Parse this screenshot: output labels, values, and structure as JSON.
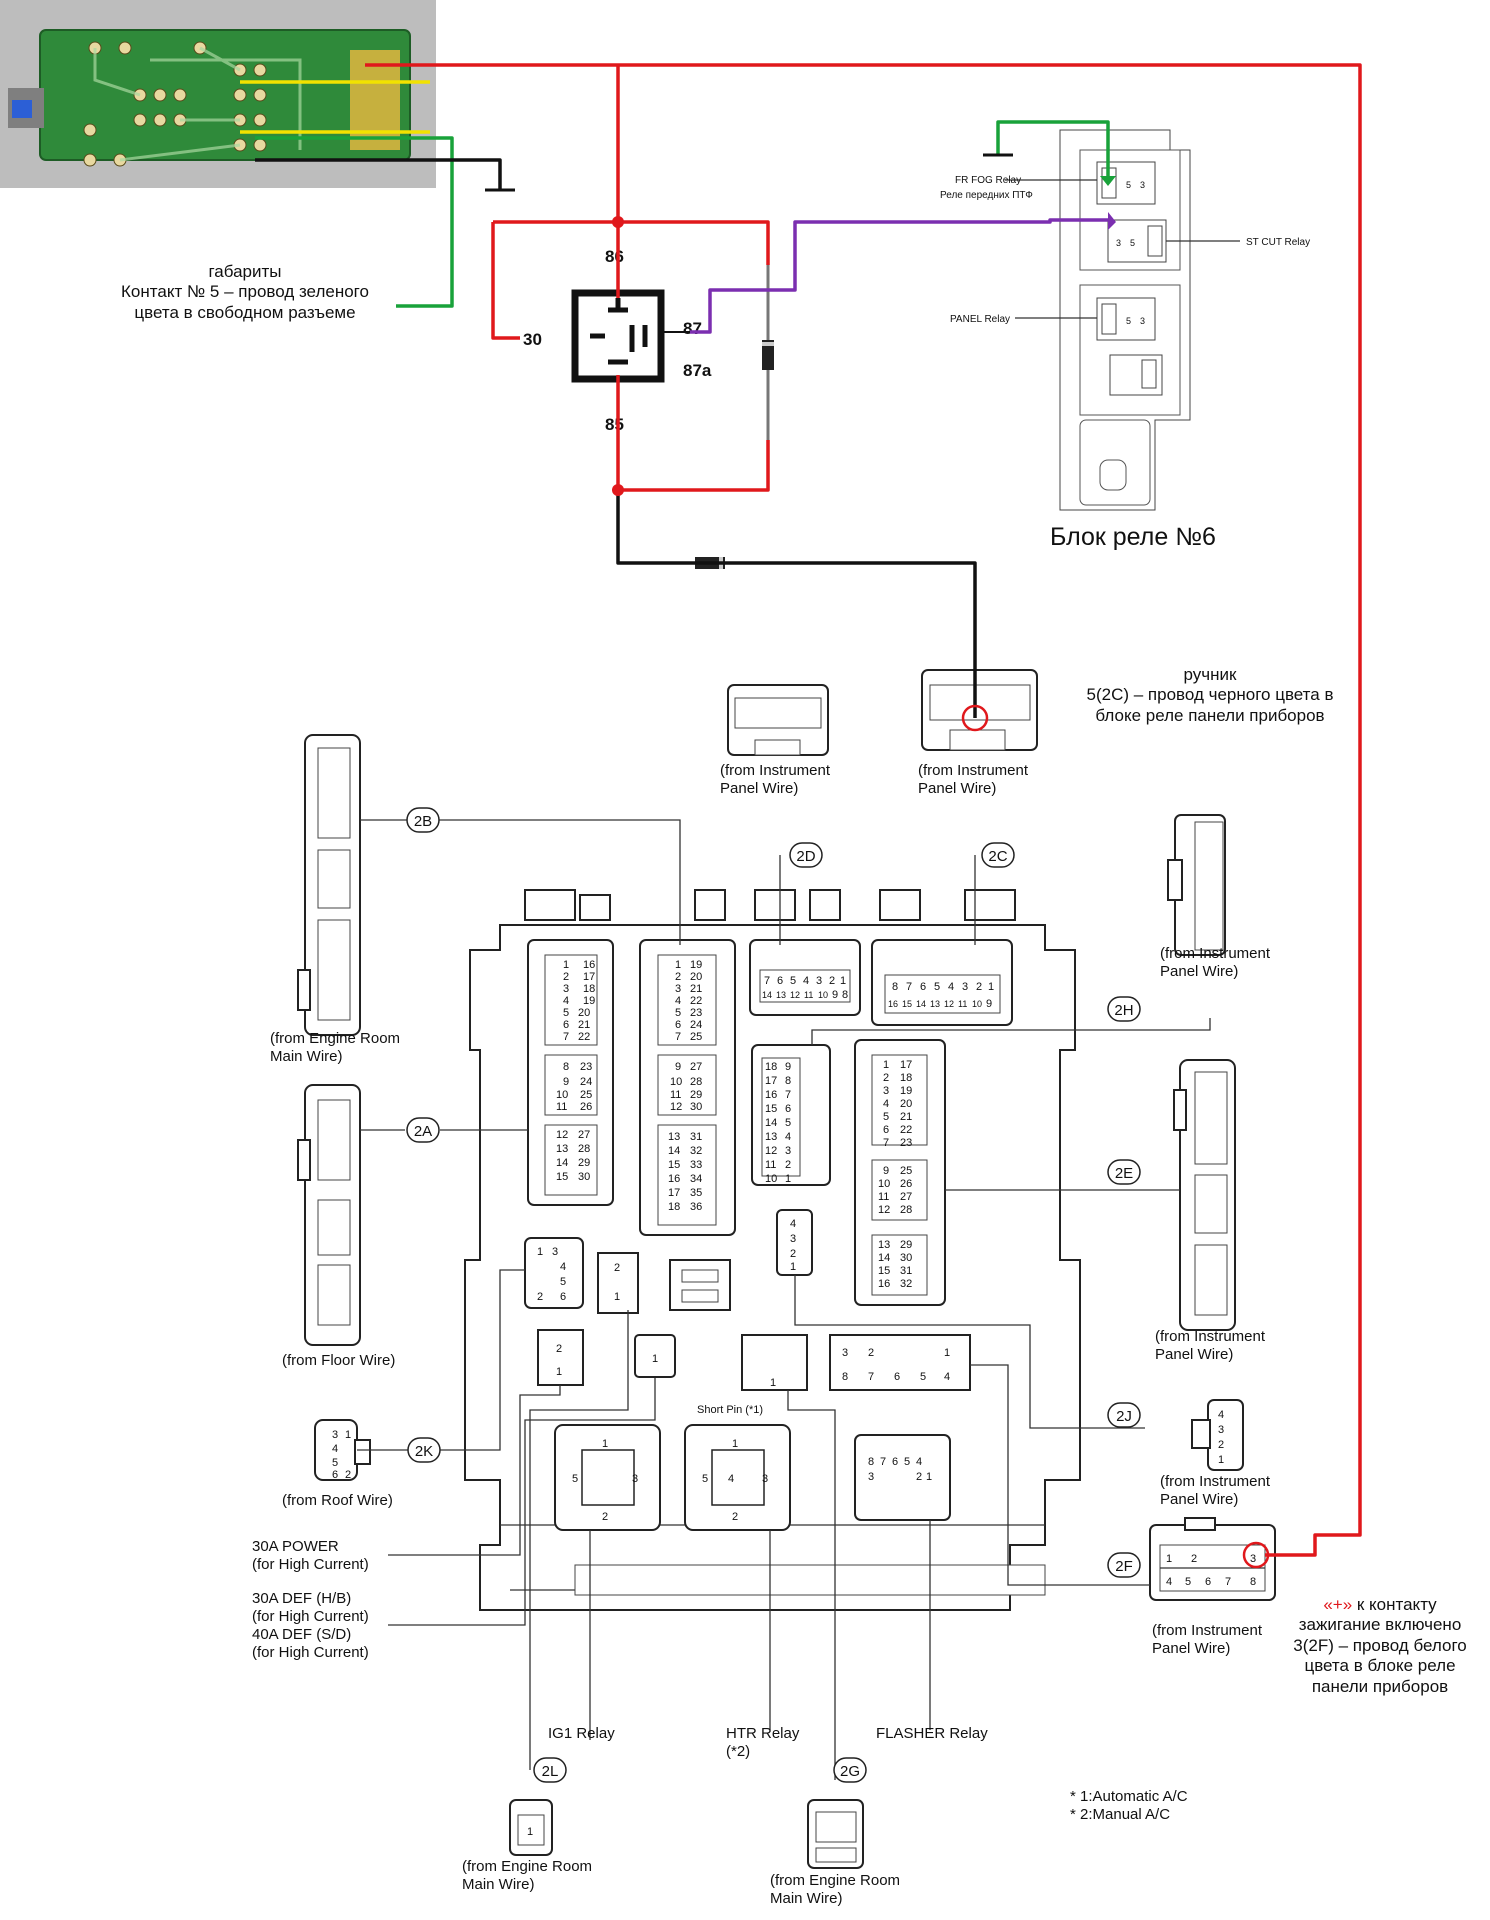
{
  "colors": {
    "wire_red": "#e0181c",
    "wire_green": "#19a23a",
    "wire_yellow": "#f2e200",
    "wire_black": "#111111",
    "wire_purple": "#7b2fb0",
    "pcb_green": "#2f8a3a",
    "photo_bg": "#bdbdbd"
  },
  "relay": {
    "pins": {
      "p86": "86",
      "p85": "85",
      "p30": "30",
      "p87": "87",
      "p87a": "87a"
    }
  },
  "annotations": {
    "parking_lights": "габариты\nКонтакт № 5 – провод зеленого\nцвета в свободном разъеме",
    "relay_block_6": "Блок реле №6",
    "handbrake": "ручник\n5(2C) – провод черного цвета в\nблоке реле панели приборов",
    "ignition_plus": "«+»",
    "ignition_rest": " к контакту\nзажигание включено\n3(2F) – провод белого\nцвета в блоке реле\nпанели приборов",
    "notes": "* 1:Automatic A/C\n* 2:Manual A/C"
  },
  "relay_block": {
    "fr_fog": "FR FOG Relay",
    "fr_fog_ru": "Реле передних ПТФ",
    "st_cut": "ST CUT Relay",
    "panel": "PANEL Relay"
  },
  "connectors": {
    "c2A": "2A",
    "c2B": "2B",
    "c2C": "2C",
    "c2D": "2D",
    "c2E": "2E",
    "c2F": "2F",
    "c2G": "2G",
    "c2H": "2H",
    "c2J": "2J",
    "c2K": "2K",
    "c2L": "2L"
  },
  "sources": {
    "engine_room": "(from Engine Room\nMain Wire)",
    "floor": "(from Floor Wire)",
    "roof": "(from Roof Wire)",
    "instrument": "(from Instrument\nPanel Wire)"
  },
  "fuse_labels": {
    "power30": "30A POWER\n(for High Current)",
    "def": "30A DEF (H/B)\n(for High Current)\n40A DEF (S/D)\n(for High Current)",
    "ig1": "IG1 Relay",
    "htr": "HTR Relay\n(*2)",
    "flasher": "FLASHER Relay",
    "short_pin": "Short Pin (*1)"
  }
}
